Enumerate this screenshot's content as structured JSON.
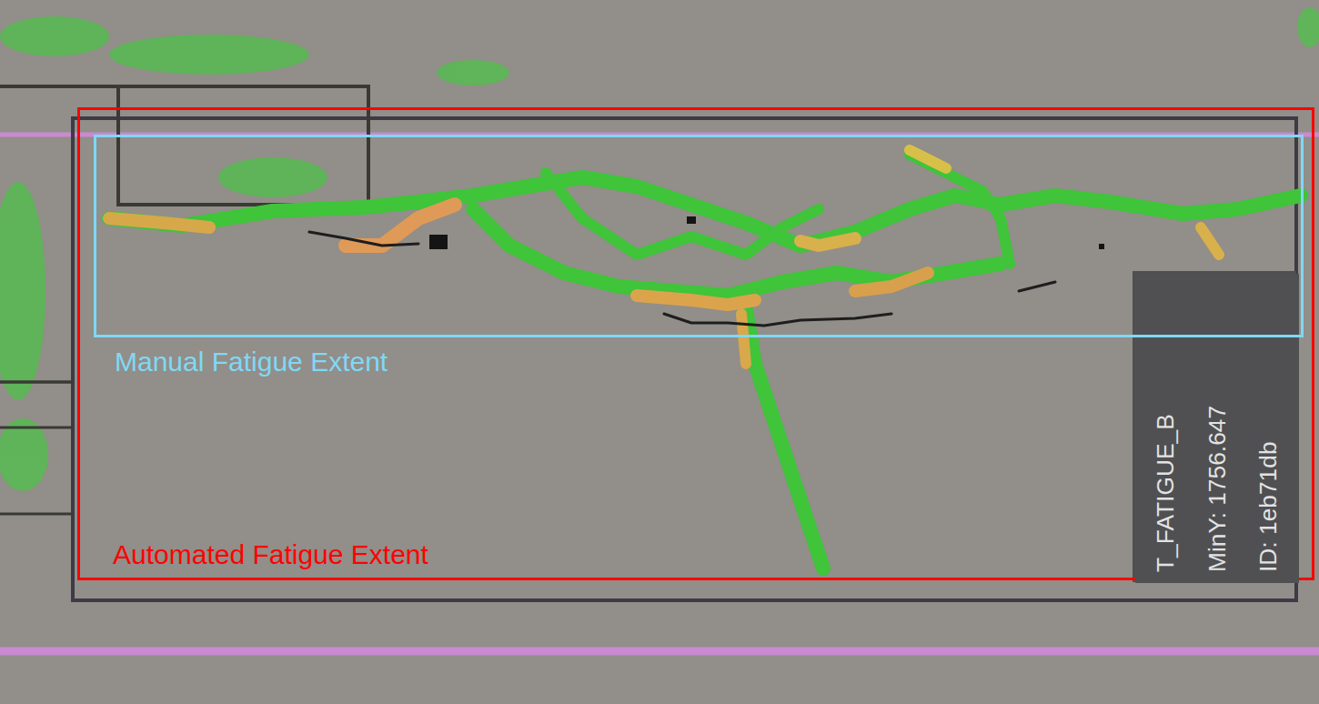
{
  "diagram": {
    "nodes": [
      {
        "text": [
          "Automated Fatigue Extent"
        ]
      },
      {
        "text": [
          "Manual Fatigue Extent"
        ],
        "in": 0
      },
      {
        "text": [
          "T_FATIGUE_B",
          "MinY: 1756.647",
          "ID: 1eb71db"
        ],
        "in": 0
      }
    ]
  }
}
